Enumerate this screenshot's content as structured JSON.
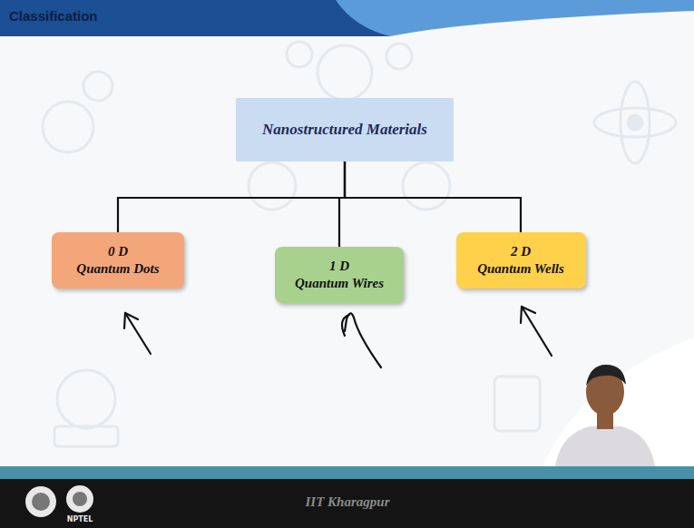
{
  "diagram": {
    "title": "Classification",
    "nodes": [
      {
        "text": [
          "Nanostructured Materials"
        ]
      },
      {
        "text": [
          "0 D",
          "Quantum Dots"
        ]
      },
      {
        "text": [
          "1 D",
          "Quantum Wires"
        ]
      },
      {
        "text": [
          "2 D",
          "Quantum Wells"
        ]
      }
    ],
    "edges": [
      {
        "from": 0,
        "to": 1,
        "arrow": "none"
      },
      {
        "from": 0,
        "to": 2,
        "arrow": "none"
      },
      {
        "from": 0,
        "to": 3,
        "arrow": "none"
      }
    ],
    "labels": [
      "IIT Kharagpur",
      "NPTEL"
    ]
  }
}
